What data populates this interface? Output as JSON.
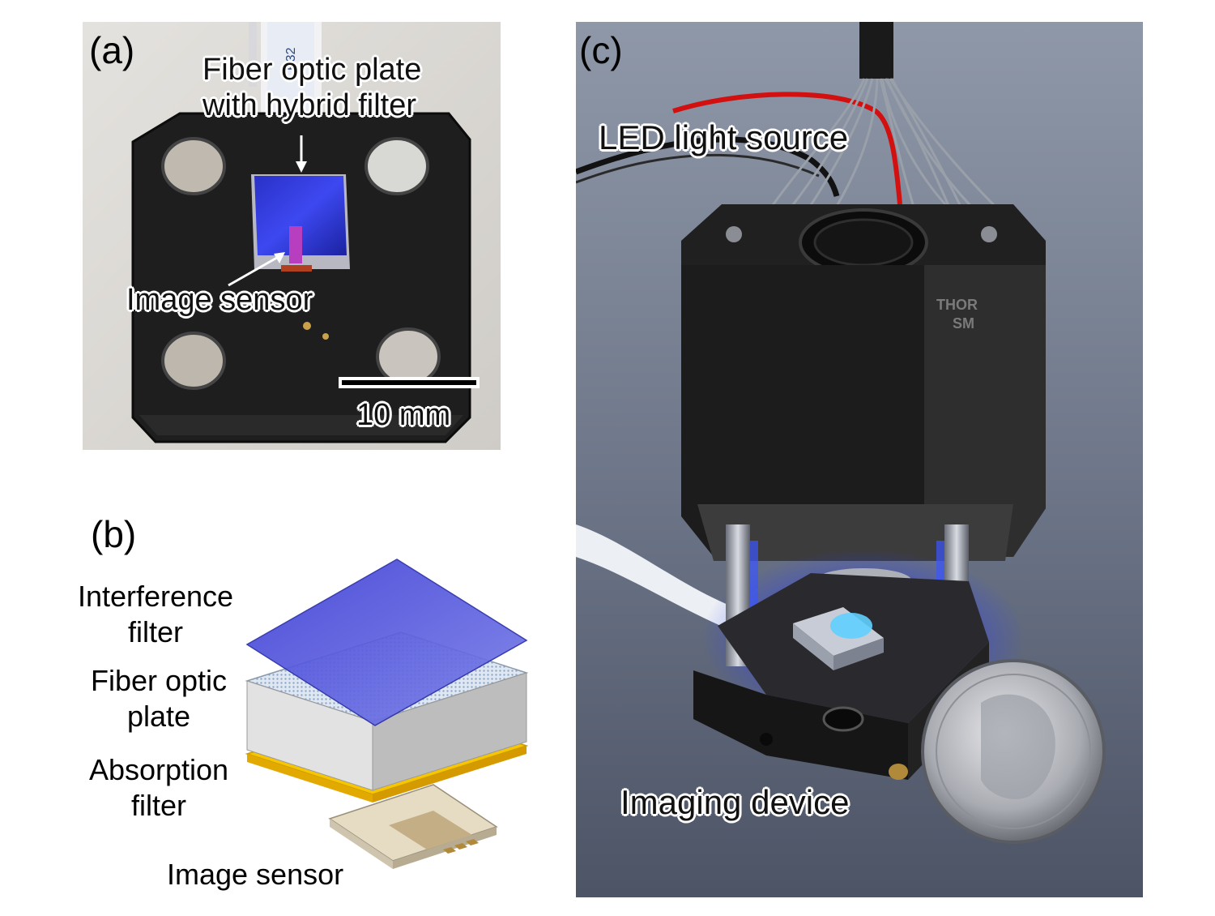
{
  "panel_a": {
    "letter": "(a)",
    "label_fop_line1": "Fiber optic plate",
    "label_fop_line2": "with hybrid filter",
    "label_sensor": "Image sensor",
    "scale_bar": "10 mm",
    "cable_text": "E32"
  },
  "panel_b": {
    "letter": "(b)",
    "interference_line1": "Interference",
    "interference_line2": "filter",
    "fop_line1": "Fiber optic",
    "fop_line2": "plate",
    "absorption_line1": "Absorption",
    "absorption_line2": "filter",
    "sensor": "Image sensor"
  },
  "panel_c": {
    "letter": "(c)",
    "led_label": "LED light source",
    "device_label": "Imaging device",
    "housing_text_1": "THOR",
    "housing_text_2": "SM"
  },
  "colors": {
    "filter_blue": "#3a3fd8",
    "absorption_yellow": "#f5c400",
    "board_black": "#1c1c1c",
    "background_gray": "#5c6578"
  }
}
